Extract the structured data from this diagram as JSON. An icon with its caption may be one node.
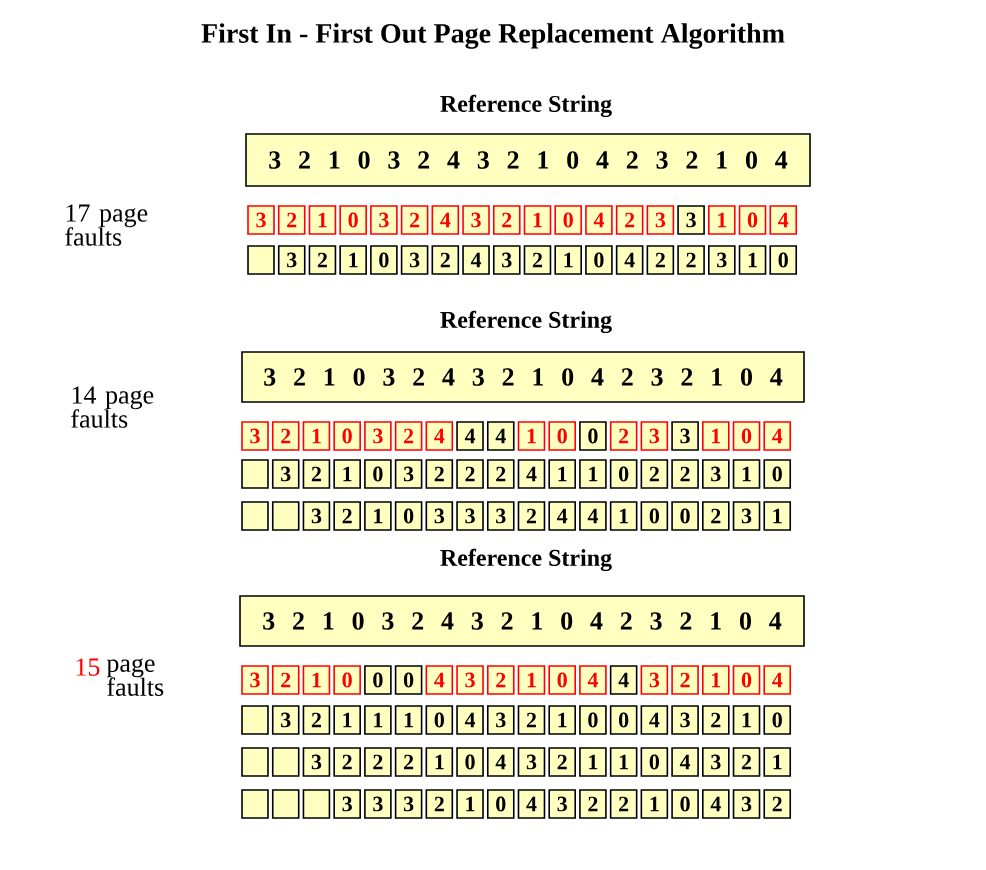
{
  "diagram": {
    "title": "First In - First Out Page Replacement Algorithm",
    "nodes": [
      {
        "text": [
          "3 2 1 0 3 2 4 3 2 1 0 4 2 3 2 1 0 4"
        ]
      },
      {
        "text": [
          "3"
        ]
      },
      {
        "text": [
          "2"
        ]
      },
      {
        "text": [
          "1"
        ]
      },
      {
        "text": [
          "0"
        ]
      },
      {
        "text": [
          "3"
        ]
      },
      {
        "text": [
          "2"
        ]
      },
      {
        "text": [
          "4"
        ]
      },
      {
        "text": [
          "3"
        ]
      },
      {
        "text": [
          "2"
        ]
      },
      {
        "text": [
          "1"
        ]
      },
      {
        "text": [
          "0"
        ]
      },
      {
        "text": [
          "4"
        ]
      },
      {
        "text": [
          "2"
        ]
      },
      {
        "text": [
          "3"
        ]
      },
      {
        "text": [
          "3"
        ]
      },
      {
        "text": [
          "1"
        ]
      },
      {
        "text": [
          "0"
        ]
      },
      {
        "text": [
          "4"
        ]
      },
      {
        "text": [],
        "shape": "box"
      },
      {
        "text": [
          "3"
        ]
      },
      {
        "text": [
          "2"
        ]
      },
      {
        "text": [
          "1"
        ]
      },
      {
        "text": [
          "0"
        ]
      },
      {
        "text": [
          "3"
        ]
      },
      {
        "text": [
          "2"
        ]
      },
      {
        "text": [
          "4"
        ]
      },
      {
        "text": [
          "3"
        ]
      },
      {
        "text": [
          "2"
        ]
      },
      {
        "text": [
          "1"
        ]
      },
      {
        "text": [
          "0"
        ]
      },
      {
        "text": [
          "4"
        ]
      },
      {
        "text": [
          "2"
        ]
      },
      {
        "text": [
          "2"
        ]
      },
      {
        "text": [
          "3"
        ]
      },
      {
        "text": [
          "1"
        ]
      },
      {
        "text": [
          "0"
        ]
      },
      {
        "text": [
          "3 2 1 0 3 2 4 3 2 1 0 4 2 3 2 1 0 4"
        ]
      },
      {
        "text": [
          "3"
        ]
      },
      {
        "text": [
          "2"
        ]
      },
      {
        "text": [
          "1"
        ]
      },
      {
        "text": [
          "0"
        ]
      },
      {
        "text": [
          "3"
        ]
      },
      {
        "text": [
          "2"
        ]
      },
      {
        "text": [
          "4"
        ]
      },
      {
        "text": [
          "4"
        ]
      },
      {
        "text": [
          "4"
        ]
      },
      {
        "text": [
          "1"
        ]
      },
      {
        "text": [
          "0"
        ]
      },
      {
        "text": [
          "0"
        ]
      },
      {
        "text": [
          "2"
        ]
      },
      {
        "text": [
          "3"
        ]
      },
      {
        "text": [
          "3"
        ]
      },
      {
        "text": [
          "1"
        ]
      },
      {
        "text": [
          "0"
        ]
      },
      {
        "text": [
          "4"
        ]
      },
      {
        "text": [],
        "shape": "box"
      },
      {
        "text": [
          "3"
        ]
      },
      {
        "text": [
          "2"
        ]
      },
      {
        "text": [
          "1"
        ]
      },
      {
        "text": [
          "0"
        ]
      },
      {
        "text": [
          "3"
        ]
      },
      {
        "text": [
          "2"
        ]
      },
      {
        "text": [
          "2"
        ]
      },
      {
        "text": [
          "2"
        ]
      },
      {
        "text": [
          "4"
        ]
      },
      {
        "text": [
          "1"
        ]
      },
      {
        "text": [
          "1"
        ]
      },
      {
        "text": [
          "0"
        ]
      },
      {
        "text": [
          "2"
        ]
      },
      {
        "text": [
          "2"
        ]
      },
      {
        "text": [
          "3"
        ]
      },
      {
        "text": [
          "1"
        ]
      },
      {
        "text": [
          "0"
        ]
      },
      {
        "text": [],
        "shape": "box"
      },
      {
        "text": [],
        "shape": "box"
      },
      {
        "text": [
          "3"
        ]
      },
      {
        "text": [
          "2"
        ]
      },
      {
        "text": [
          "1"
        ]
      },
      {
        "text": [
          "0"
        ]
      },
      {
        "text": [
          "3"
        ]
      },
      {
        "text": [
          "3"
        ]
      },
      {
        "text": [
          "3"
        ]
      },
      {
        "text": [
          "2"
        ]
      },
      {
        "text": [
          "4"
        ]
      },
      {
        "text": [
          "4"
        ]
      },
      {
        "text": [
          "1"
        ]
      },
      {
        "text": [
          "0"
        ]
      },
      {
        "text": [
          "0"
        ]
      },
      {
        "text": [
          "2"
        ]
      },
      {
        "text": [
          "3"
        ]
      },
      {
        "text": [
          "1"
        ]
      },
      {
        "text": [
          "3 2 1 0 3 2 4 3 2 1 0 4 2 3 2 1 0 4"
        ]
      },
      {
        "text": [
          "3"
        ]
      },
      {
        "text": [
          "2"
        ]
      },
      {
        "text": [
          "1"
        ]
      },
      {
        "text": [
          "0"
        ]
      },
      {
        "text": [
          "0"
        ]
      },
      {
        "text": [
          "0"
        ]
      },
      {
        "text": [
          "4"
        ]
      },
      {
        "text": [
          "3"
        ]
      },
      {
        "text": [
          "2"
        ]
      },
      {
        "text": [
          "1"
        ]
      },
      {
        "text": [
          "0"
        ]
      },
      {
        "text": [
          "4"
        ]
      },
      {
        "text": [
          "4"
        ]
      },
      {
        "text": [
          "3"
        ]
      },
      {
        "text": [
          "2"
        ]
      },
      {
        "text": [
          "1"
        ]
      },
      {
        "text": [
          "0"
        ]
      },
      {
        "text": [
          "4"
        ]
      },
      {
        "text": [],
        "shape": "box"
      },
      {
        "text": [
          "3"
        ]
      },
      {
        "text": [
          "2"
        ]
      },
      {
        "text": [
          "1"
        ]
      },
      {
        "text": [
          "1"
        ]
      },
      {
        "text": [
          "1"
        ]
      },
      {
        "text": [
          "0"
        ]
      },
      {
        "text": [
          "4"
        ]
      },
      {
        "text": [
          "3"
        ]
      },
      {
        "text": [
          "2"
        ]
      },
      {
        "text": [
          "1"
        ]
      },
      {
        "text": [
          "0"
        ]
      },
      {
        "text": [
          "0"
        ]
      },
      {
        "text": [
          "4"
        ]
      },
      {
        "text": [
          "3"
        ]
      },
      {
        "text": [
          "2"
        ]
      },
      {
        "text": [
          "1"
        ]
      },
      {
        "text": [
          "0"
        ]
      },
      {
        "text": [],
        "shape": "box"
      },
      {
        "text": [],
        "shape": "box"
      },
      {
        "text": [
          "3"
        ]
      },
      {
        "text": [
          "2"
        ]
      },
      {
        "text": [
          "2"
        ]
      },
      {
        "text": [
          "2"
        ]
      },
      {
        "text": [
          "1"
        ]
      },
      {
        "text": [
          "0"
        ]
      },
      {
        "text": [
          "4"
        ]
      },
      {
        "text": [
          "3"
        ]
      },
      {
        "text": [
          "2"
        ]
      },
      {
        "text": [
          "1"
        ]
      },
      {
        "text": [
          "1"
        ]
      },
      {
        "text": [
          "0"
        ]
      },
      {
        "text": [
          "4"
        ]
      },
      {
        "text": [
          "3"
        ]
      },
      {
        "text": [
          "2"
        ]
      },
      {
        "text": [
          "1"
        ]
      },
      {
        "text": [],
        "shape": "box"
      },
      {
        "text": [],
        "shape": "box"
      },
      {
        "text": [],
        "shape": "box"
      },
      {
        "text": [
          "3"
        ]
      },
      {
        "text": [
          "3"
        ]
      },
      {
        "text": [
          "3"
        ]
      },
      {
        "text": [
          "2"
        ]
      },
      {
        "text": [
          "1"
        ]
      },
      {
        "text": [
          "0"
        ]
      },
      {
        "text": [
          "4"
        ]
      },
      {
        "text": [
          "3"
        ]
      },
      {
        "text": [
          "2"
        ]
      },
      {
        "text": [
          "2"
        ]
      },
      {
        "text": [
          "1"
        ]
      },
      {
        "text": [
          "0"
        ]
      },
      {
        "text": [
          "4"
        ]
      },
      {
        "text": [
          "3"
        ]
      },
      {
        "text": [
          "2"
        ]
      }
    ],
    "labels": [
      "Reference String",
      "17 page faults",
      "Reference String",
      "14 page faults",
      "Reference String",
      "15",
      "page faults"
    ]
  }
}
